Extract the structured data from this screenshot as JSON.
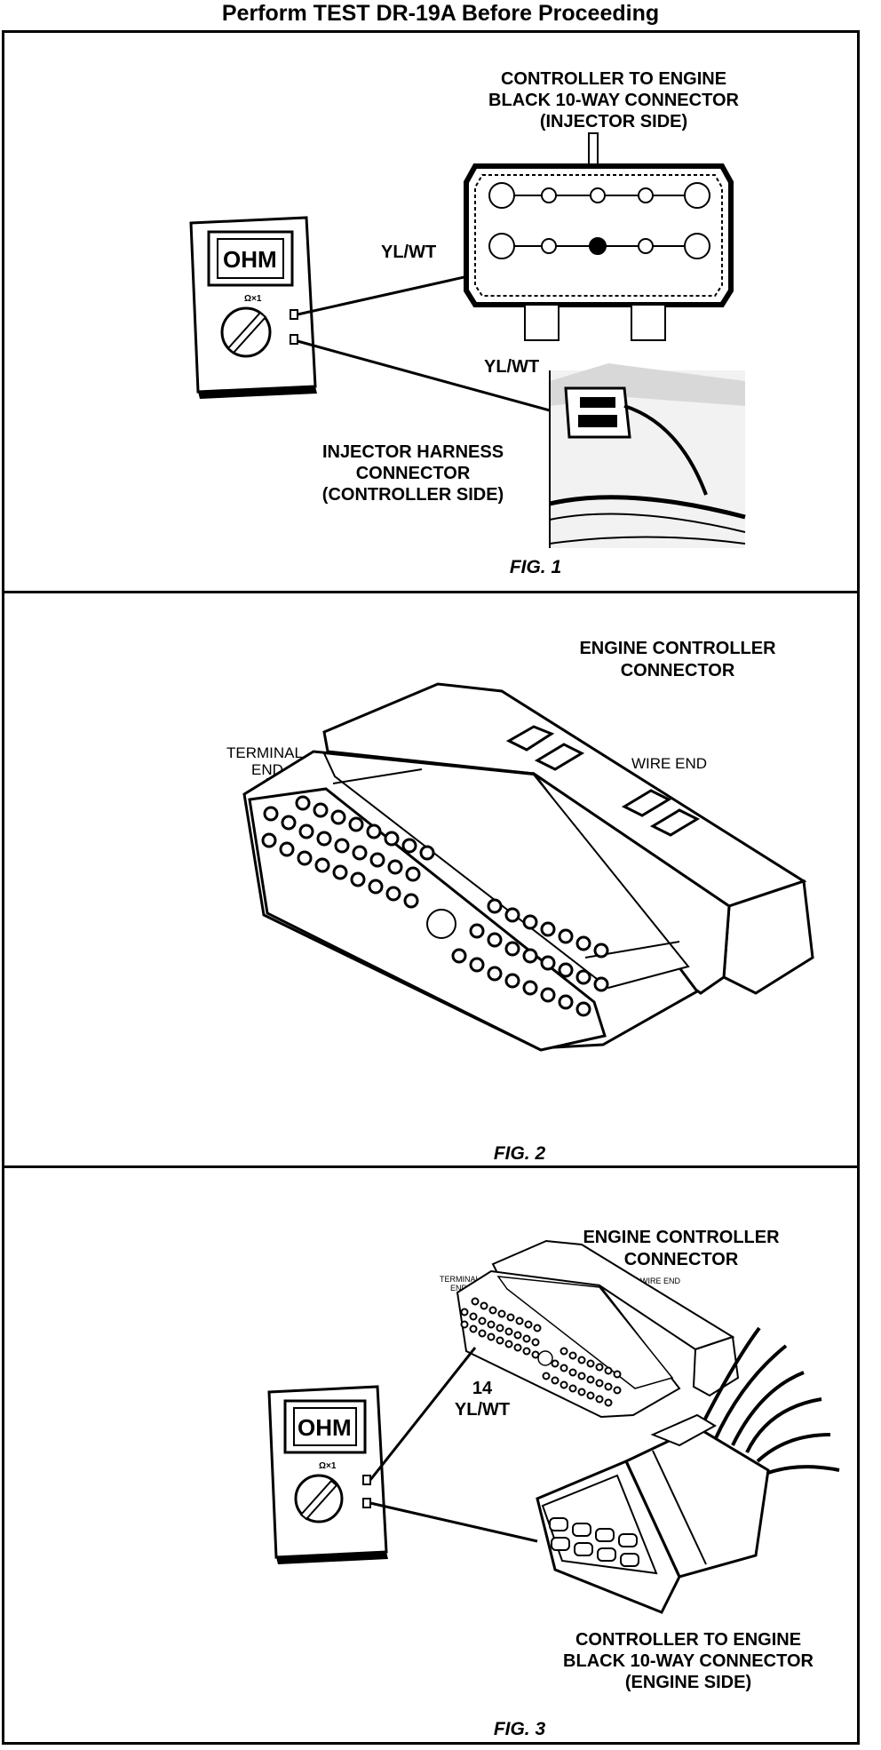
{
  "page_title": "Perform TEST DR-19A Before Proceeding",
  "fig1": {
    "caption": "FIG. 1",
    "connector_label": [
      "CONTROLLER TO ENGINE",
      "BLACK 10-WAY CONNECTOR",
      "(INJECTOR SIDE)"
    ],
    "wire_top": "YL/WT",
    "wire_bottom": "YL/WT",
    "harness_label": [
      "INJECTOR HARNESS",
      "CONNECTOR",
      "(CONTROLLER SIDE)"
    ],
    "meter_display": "OHM",
    "meter_scale": "Ω×1"
  },
  "fig2": {
    "caption": "FIG. 2",
    "connector_label": [
      "ENGINE CONTROLLER",
      "CONNECTOR"
    ],
    "terminal_end": [
      "TERMINAL",
      "END"
    ],
    "wire_end": "WIRE END"
  },
  "fig3": {
    "caption": "FIG. 3",
    "connector_label": [
      "ENGINE CONTROLLER",
      "CONNECTOR"
    ],
    "terminal_end": [
      "TERMINAL",
      "END"
    ],
    "wire_end": "WIRE END",
    "pin_number": "14",
    "wire": "YL/WT",
    "meter_display": "OHM",
    "meter_scale": "Ω×1",
    "engine_connector_label": [
      "CONTROLLER TO ENGINE",
      "BLACK 10-WAY CONNECTOR",
      "(ENGINE SIDE)"
    ]
  }
}
